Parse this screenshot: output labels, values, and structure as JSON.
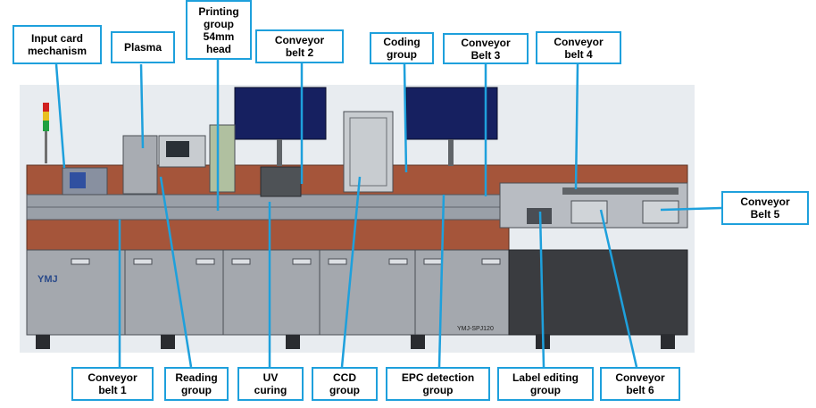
{
  "diagram": {
    "machine_model": "YMJ-SPJ120",
    "brand_logo": "YMJ",
    "callout_color": "#1ea0dc",
    "labels": {
      "input_card": "Input card\nmechanism",
      "plasma": "Plasma",
      "printing": "Printing\ngroup\n54mm\nhead",
      "conveyor2": "Conveyor\nbelt 2",
      "coding": "Coding\ngroup",
      "conveyor3": "Conveyor\nBelt 3",
      "conveyor4": "Conveyor\nbelt 4",
      "conveyor5": "Conveyor\nBelt 5",
      "conveyor1": "Conveyor\nbelt 1",
      "reading": "Reading\ngroup",
      "uv": "UV\ncuring",
      "ccd": "CCD\ngroup",
      "epc": "EPC detection\ngroup",
      "label_edit": "Label editing\ngroup",
      "conveyor6": "Conveyor\nbelt 6"
    }
  }
}
